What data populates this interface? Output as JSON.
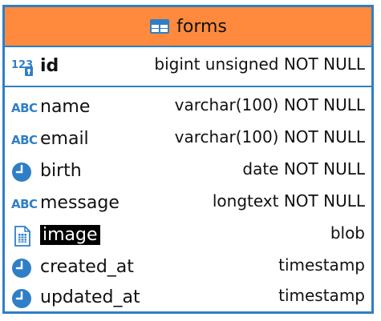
{
  "table": {
    "name": "forms",
    "primary_key": {
      "name": "id",
      "type": "bigint unsigned NOT NULL",
      "icon": "numeric-key-icon"
    },
    "columns": [
      {
        "name": "name",
        "type": "varchar(100) NOT NULL",
        "icon": "text-abc-icon"
      },
      {
        "name": "email",
        "type": "varchar(100) NOT NULL",
        "icon": "text-abc-icon"
      },
      {
        "name": "birth",
        "type": "date NOT NULL",
        "icon": "clock-icon"
      },
      {
        "name": "message",
        "type": "longtext NOT NULL",
        "icon": "text-abc-icon"
      },
      {
        "name": "image",
        "type": "blob",
        "icon": "file-icon",
        "selected": true
      },
      {
        "name": "created_at",
        "type": "timestamp",
        "icon": "clock-icon"
      },
      {
        "name": "updated_at",
        "type": "timestamp",
        "icon": "clock-icon"
      }
    ]
  },
  "colors": {
    "header": "#ff8a3d",
    "border": "#2f7fc6",
    "icon": "#2f7fc6"
  }
}
